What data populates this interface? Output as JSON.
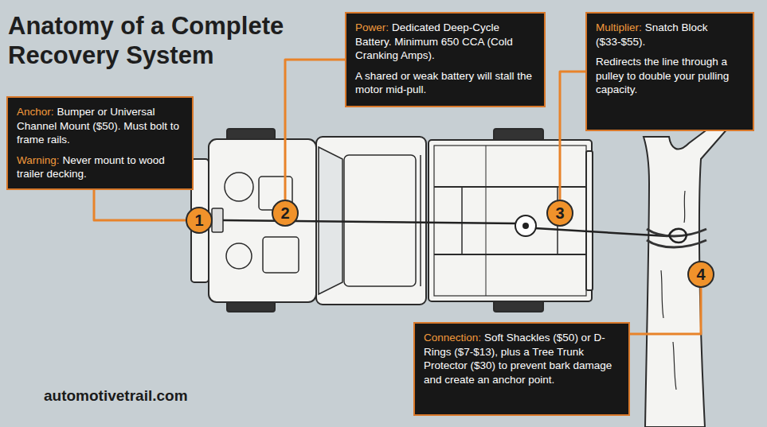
{
  "diagram": {
    "title": "Anatomy of a Complete Recovery System",
    "nodes": [
      {
        "text": [
          "Anchor:",
          "Bumper or Universal Channel Mount ($50). Must bolt to frame rails.",
          "Warning:",
          "Never mount to wood trailer decking."
        ]
      },
      {
        "text": [
          "Power:",
          "Dedicated Deep-Cycle Battery. Minimum 650 CCA (Cold Cranking Amps).",
          "A shared or weak battery will stall the motor mid-pull."
        ]
      },
      {
        "text": [
          "Multiplier:",
          "Snatch Block ($33-$55).",
          "Redirects the line through a pulley to double your pulling capacity."
        ]
      },
      {
        "text": [
          "1"
        ]
      },
      {
        "text": [
          "2"
        ]
      },
      {
        "text": [
          "3"
        ]
      },
      {
        "text": [
          "4"
        ]
      },
      {
        "text": [
          "Connection:",
          "Soft Shackles ($50) or D-Rings ($7-$13), plus a Tree Trunk Protector ($30) to prevent bark damage and create an anchor point."
        ]
      }
    ],
    "edges": [
      {
        "from": 0,
        "to": 3,
        "arrow": "none"
      },
      {
        "from": 1,
        "to": 4,
        "arrow": "none"
      },
      {
        "from": 2,
        "to": 5,
        "arrow": "none"
      },
      {
        "from": 6,
        "to": 7,
        "arrow": "none"
      }
    ],
    "labels": [
      "automotivetrail.com"
    ]
  }
}
